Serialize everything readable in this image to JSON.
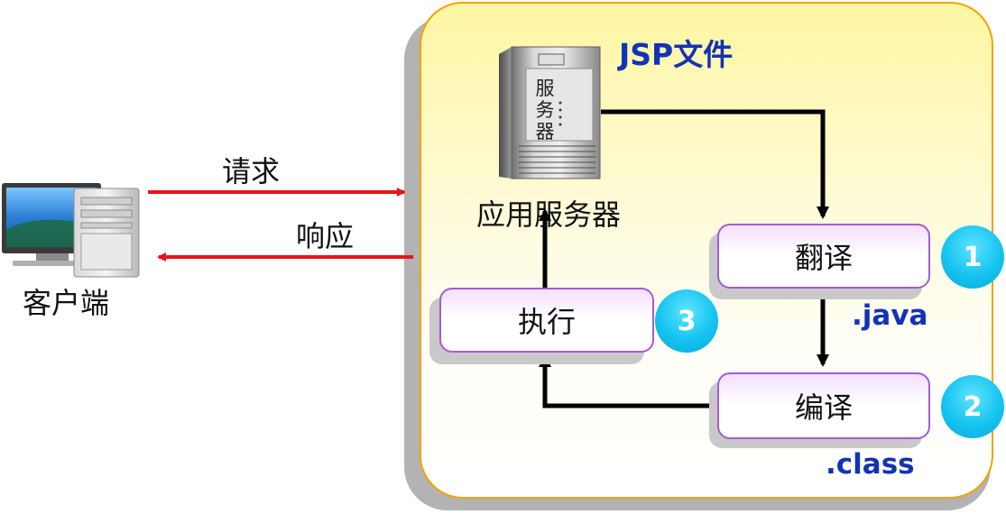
{
  "panel": {
    "title": "JSP文件"
  },
  "client": {
    "label": "客户端"
  },
  "request": {
    "label": "请求"
  },
  "response": {
    "label": "响应"
  },
  "server": {
    "icon_text": "服务器",
    "label": "应用服务器"
  },
  "steps": {
    "translate": {
      "label": "翻译",
      "number": "1",
      "output": ".java"
    },
    "compile": {
      "label": "编译",
      "number": "2",
      "output": ".class"
    },
    "execute": {
      "label": "执行",
      "number": "3"
    }
  },
  "colors": {
    "panel_border": "#f5a200",
    "box_border": "#a55bd1",
    "badge": "#15c4f0",
    "request_arrow": "#e8141b",
    "accent_text": "#1233b5"
  }
}
